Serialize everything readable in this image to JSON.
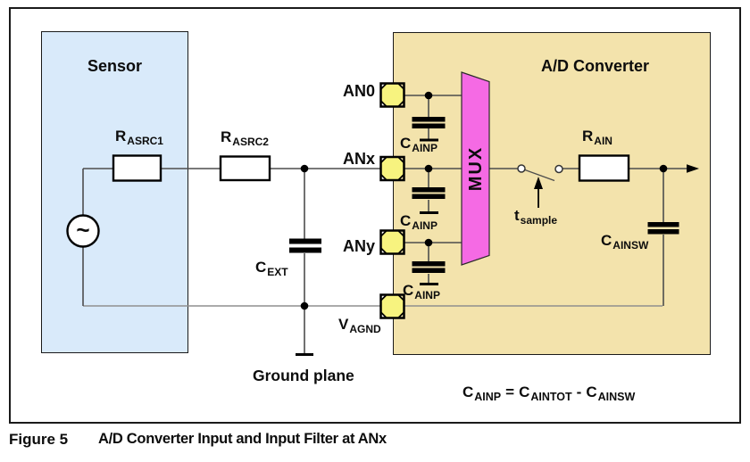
{
  "figure": {
    "label": "Figure 5",
    "caption": "A/D Converter Input and Input Filter at ANx"
  },
  "sensor": {
    "title": "Sensor",
    "source_symbol": "~"
  },
  "adc": {
    "title": "A/D Converter",
    "mux_label": "MUX"
  },
  "pins": {
    "an0": "AN0",
    "anx": "ANx",
    "any": "ANy",
    "vagnd": {
      "main": "V",
      "sub": "AGND"
    }
  },
  "components": {
    "r_asrc1": {
      "main": "R",
      "sub": "ASRC1"
    },
    "r_asrc2": {
      "main": "R",
      "sub": "ASRC2"
    },
    "r_ain": {
      "main": "R",
      "sub": "AIN"
    },
    "c_ext": {
      "main": "C",
      "sub": "EXT"
    },
    "c_ainp": {
      "main": "C",
      "sub": "AINP"
    },
    "c_ainsw": {
      "main": "C",
      "sub": "AINSW"
    },
    "t_sample": {
      "main": "t",
      "sub": "sample"
    }
  },
  "annotations": {
    "ground_plane": "Ground plane"
  },
  "formula": {
    "lhs_main": "C",
    "lhs_sub": "AINP",
    "equals": "=",
    "t1_main": "C",
    "t1_sub": "AINTOT",
    "minus": "-",
    "t2_main": "C",
    "t2_sub": "AINSW"
  },
  "colors": {
    "sensor_fill": "#d9eafa",
    "adc_fill": "#f3e3ac",
    "mux_fill": "#f56ae4",
    "pin_fill": "#f7f37f",
    "wire": "#4d4d4d",
    "ground_wire": "#8f8f8f"
  }
}
